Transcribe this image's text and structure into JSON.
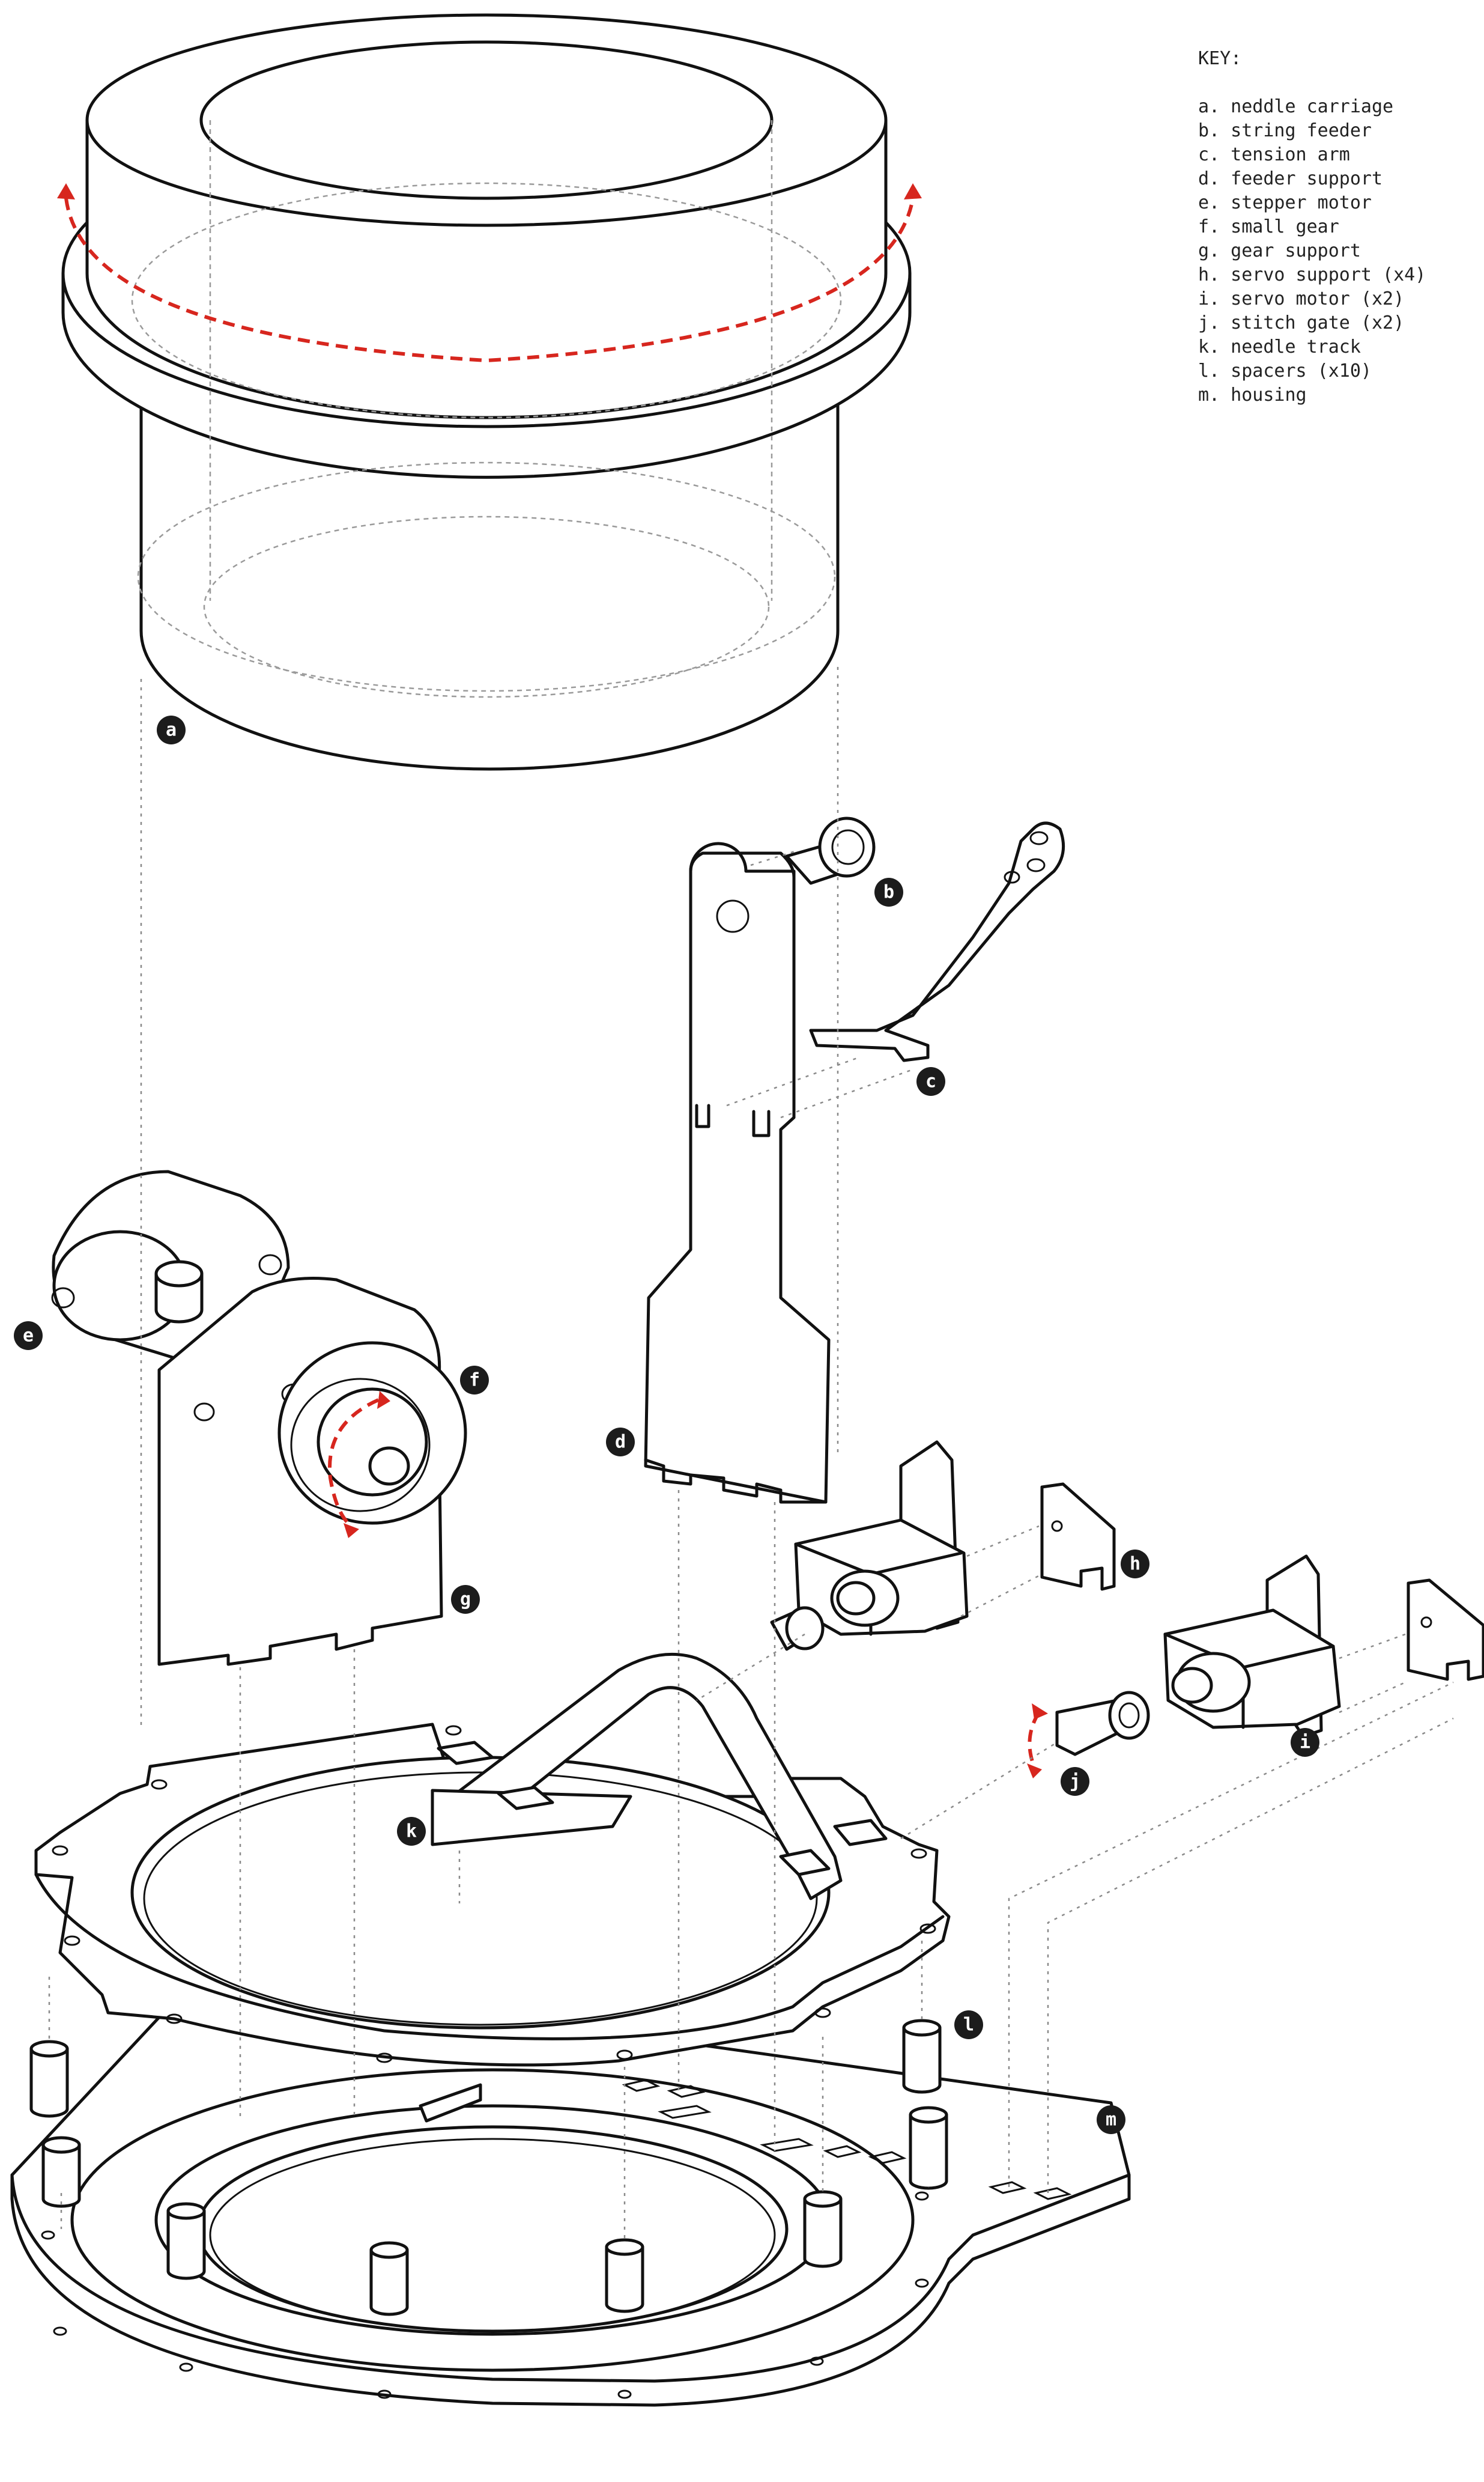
{
  "key": {
    "title": "KEY:",
    "items": [
      "a. neddle carriage",
      "b. string feeder",
      "c. tension arm",
      "d. feeder support",
      "e. stepper motor",
      "f. small gear",
      "g. gear support",
      "h. servo support (x4)",
      "i. servo motor (x2)",
      "j. stitch gate (x2)",
      "k. needle track",
      "l. spacers (x10)",
      "m. housing"
    ]
  },
  "labels": {
    "a": "a",
    "b": "b",
    "c": "c",
    "d": "d",
    "e": "e",
    "f": "f",
    "g": "g",
    "h": "h",
    "i": "i",
    "j": "j",
    "k": "k",
    "l": "l",
    "m": "m"
  },
  "colors": {
    "line": "#111111",
    "hidden_line": "#9a9a9a",
    "motion_arrow": "#d7261e",
    "badge": "#1c1c1c",
    "background": "#ffffff"
  }
}
